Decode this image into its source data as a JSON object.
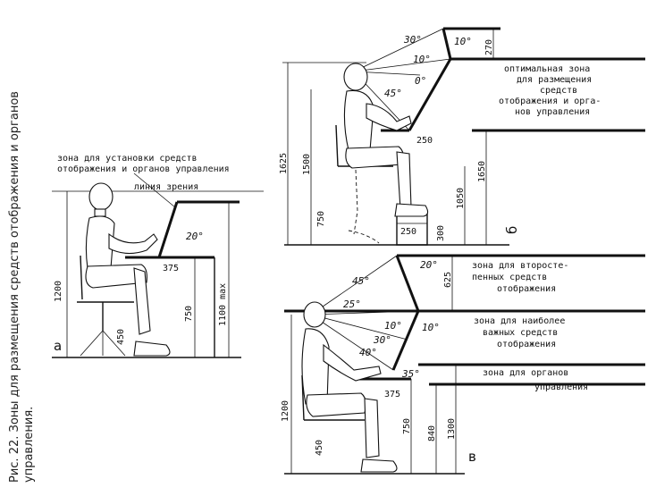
{
  "caption": {
    "line1": "Рис. 22. Зоны для размещения средств отображения и органов",
    "line2": "управления."
  },
  "panel_a": {
    "letter": "а",
    "zone_label_1": "зона для установки средств",
    "zone_label_2": "отображения и органов управления",
    "sight_line": "линия зрения",
    "angle_20": "20°",
    "dim_1200": "1200",
    "dim_375": "375",
    "dim_750": "750",
    "dim_1100": "1100 max",
    "dim_450": "450"
  },
  "panel_b": {
    "letter": "б",
    "angle_30": "30°",
    "angle_10a": "10°",
    "angle_10b": "10°",
    "angle_0": "0°",
    "angle_45": "45°",
    "dim_270": "270",
    "zone_1": "оптимальная зона",
    "zone_2": "для размещения",
    "zone_3": "средств",
    "zone_4": "отображения и орга-",
    "zone_5": "нов управления",
    "dim_1625": "1625",
    "dim_1500": "1500",
    "dim_750": "750",
    "dim_250a": "250",
    "dim_250b": "250",
    "dim_300": "300",
    "dim_1050": "1050",
    "dim_1650": "1650"
  },
  "panel_c": {
    "letter": "в",
    "angle_45": "45°",
    "angle_25": "25°",
    "angle_20": "20°",
    "angle_10a": "10°",
    "angle_10b": "10°",
    "angle_30": "30°",
    "angle_40": "40°",
    "angle_35": "35°",
    "dim_625": "625",
    "dim_375": "375",
    "dim_1200": "1200",
    "dim_450": "450",
    "dim_750": "750",
    "dim_840": "840",
    "dim_1300": "1300",
    "zone_sec_1": "зона для второсте-",
    "zone_sec_2": "пенных средств",
    "zone_sec_3": "отображения",
    "zone_imp_1": "зона для наиболее",
    "zone_imp_2": "важных средств",
    "zone_imp_3": "отображения",
    "zone_ctl_1": "зона для органов",
    "zone_ctl_2": "управления"
  }
}
